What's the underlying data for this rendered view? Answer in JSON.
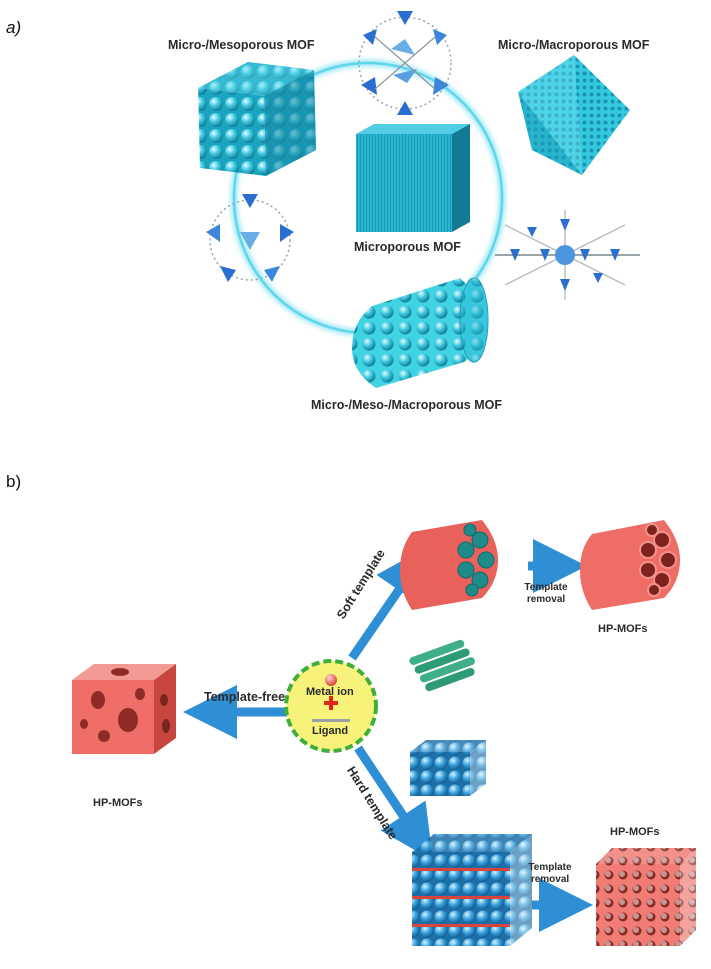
{
  "panel_a": {
    "label": "a)",
    "captions": {
      "micro_meso": "Micro-/Mesoporous MOF",
      "micro_macro": "Micro-/Macroporous MOF",
      "micro": "Microporous MOF",
      "micro_meso_macro": "Micro-/Meso-/Macroporous MOF"
    },
    "colors": {
      "cyan": "#2fc4dc",
      "ring": "#7fe3f2",
      "molecule_blue": "#2a6fcf"
    }
  },
  "panel_b": {
    "label": "b)",
    "center": {
      "metal_label": "Metal ion",
      "ligand_label": "Ligand"
    },
    "arrows": {
      "soft": "Soft template",
      "hard": "Hard template",
      "free": "Template-free",
      "removal_top_line1": "Template",
      "removal_top_line2": "removal",
      "removal_bottom_line1": "Template",
      "removal_bottom_line2": "removal"
    },
    "products": {
      "left": "HP-MOFs",
      "top_right": "HP-MOFs",
      "bottom_right": "HP-MOFs"
    },
    "colors": {
      "salmon": "#f0726c",
      "arrow_blue": "#2e8fd4",
      "sphere_blue": "#3ea6df",
      "yellow": "#f6f27a",
      "green_ring": "#3fae3a"
    }
  }
}
